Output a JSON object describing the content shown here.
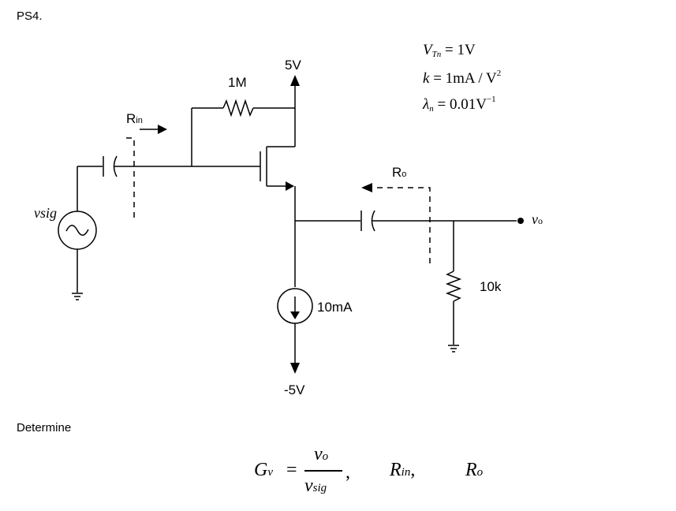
{
  "problem_label": "PS4.",
  "instruction": "Determine",
  "circuit": {
    "vdd_label": "5V",
    "vss_label": "-5V",
    "feedback_resistor_label": "1M",
    "load_resistor_label": "10k",
    "current_source_label": "10mA",
    "source_label": "vsig",
    "output_label": "v",
    "output_sub": "o",
    "rin_label": "R",
    "rin_sub": "in",
    "ro_label": "R",
    "ro_sub": "o"
  },
  "parameters": {
    "vtn": {
      "symbol": "V",
      "sub": "Tn",
      "value": "= 1V"
    },
    "k": {
      "symbol": "k",
      "value": "= 1mA / V",
      "sup": "2"
    },
    "lambda": {
      "symbol": "λ",
      "sub": "n",
      "value": "= 0.01V",
      "sup": "−1"
    }
  },
  "equation": {
    "gain_symbol": "G",
    "gain_sub": "v",
    "equals": "=",
    "numerator": "v",
    "numerator_sub": "o",
    "denominator": "v",
    "denominator_sub": "sig",
    "sep1": ",",
    "rin_symbol": "R",
    "rin_sub": "in",
    "sep2": ",",
    "ro_symbol": "R",
    "ro_sub": "o"
  }
}
